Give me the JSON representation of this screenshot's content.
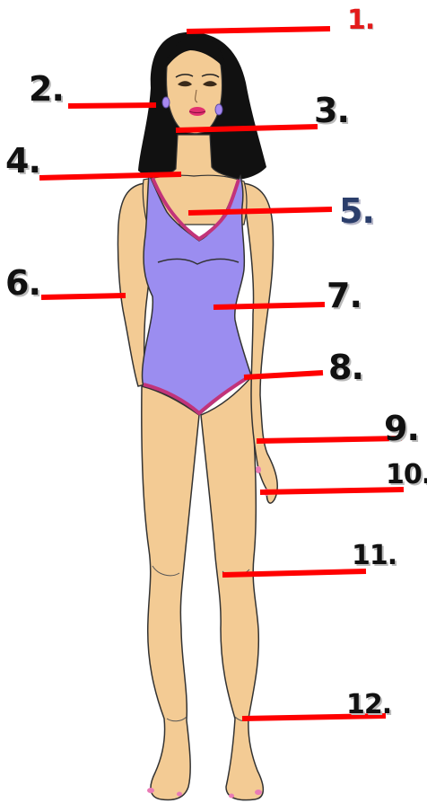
{
  "labels": [
    {
      "id": "label-1",
      "text": "1.",
      "color": "red"
    },
    {
      "id": "label-2",
      "text": "2.",
      "color": "black"
    },
    {
      "id": "label-3",
      "text": "3.",
      "color": "black"
    },
    {
      "id": "label-4",
      "text": "4.",
      "color": "black"
    },
    {
      "id": "label-5",
      "text": "5.",
      "color": "blue"
    },
    {
      "id": "label-6",
      "text": "6.",
      "color": "black"
    },
    {
      "id": "label-7",
      "text": "7.",
      "color": "black"
    },
    {
      "id": "label-8",
      "text": "8.",
      "color": "black"
    },
    {
      "id": "label-9",
      "text": "9.",
      "color": "black"
    },
    {
      "id": "label-10",
      "text": "10.",
      "color": "black"
    },
    {
      "id": "label-11",
      "text": "11.",
      "color": "black"
    },
    {
      "id": "label-12",
      "text": "12.",
      "color": "black"
    }
  ],
  "colors": {
    "pointer_line": "#ff0000",
    "skin": "#f3cb94",
    "hair": "#111111",
    "swimsuit": "#9b8df0",
    "swimsuit_trim": "#c2337a",
    "lips": "#e2306f",
    "earring": "#a889f0",
    "nails": "#e97bb5",
    "label_red": "#e31b1b",
    "label_black": "#111111",
    "label_blue": "#2b3e6b"
  }
}
